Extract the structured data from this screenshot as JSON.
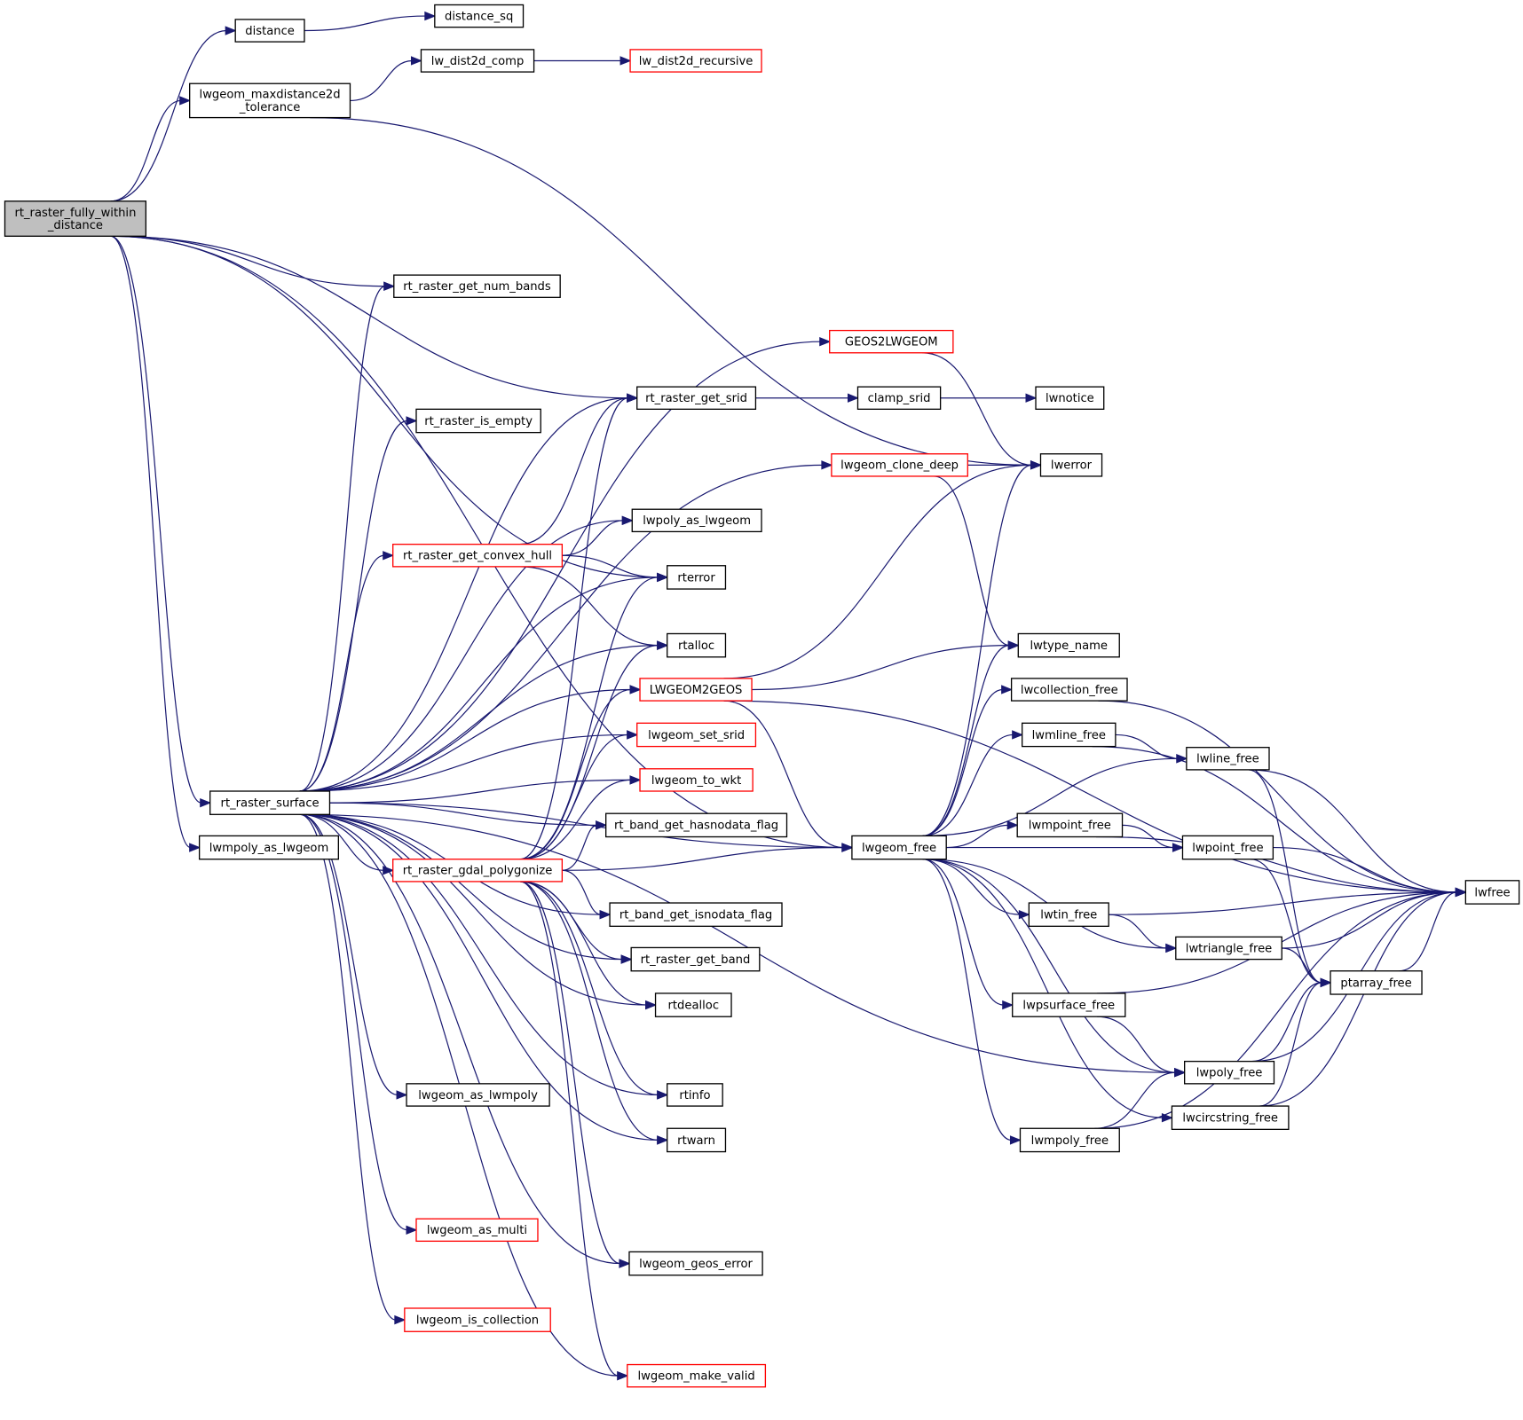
{
  "title": "Call graph: rt_raster_fully_within_distance",
  "colors": {
    "edge": "#191970",
    "root_fill": "#bfbfbf",
    "node_border": "#000000",
    "truncated_border": "#ff0000"
  },
  "nodes": [
    {
      "id": "root",
      "label": "rt_raster_fully_within\n_distance",
      "kind": "root"
    },
    {
      "id": "distance",
      "label": "distance",
      "kind": "normal"
    },
    {
      "id": "distance_sq",
      "label": "distance_sq",
      "kind": "normal"
    },
    {
      "id": "maxdist",
      "label": "lwgeom_maxdistance2d\n_tolerance",
      "kind": "normal"
    },
    {
      "id": "lw_dist2d_comp",
      "label": "lw_dist2d_comp",
      "kind": "normal"
    },
    {
      "id": "lw_dist2d_recursive",
      "label": "lw_dist2d_recursive",
      "kind": "truncated"
    },
    {
      "id": "get_num_bands",
      "label": "rt_raster_get_num_bands",
      "kind": "normal"
    },
    {
      "id": "geos2lwgeom",
      "label": "GEOS2LWGEOM",
      "kind": "truncated"
    },
    {
      "id": "get_srid",
      "label": "rt_raster_get_srid",
      "kind": "normal"
    },
    {
      "id": "clamp_srid",
      "label": "clamp_srid",
      "kind": "normal"
    },
    {
      "id": "lwnotice",
      "label": "lwnotice",
      "kind": "normal"
    },
    {
      "id": "is_empty",
      "label": "rt_raster_is_empty",
      "kind": "normal"
    },
    {
      "id": "clone_deep",
      "label": "lwgeom_clone_deep",
      "kind": "truncated"
    },
    {
      "id": "lwerror",
      "label": "lwerror",
      "kind": "normal"
    },
    {
      "id": "lwpoly_as_lwgeom",
      "label": "lwpoly_as_lwgeom",
      "kind": "normal"
    },
    {
      "id": "convex_hull",
      "label": "rt_raster_get_convex_hull",
      "kind": "truncated"
    },
    {
      "id": "rterror",
      "label": "rterror",
      "kind": "normal"
    },
    {
      "id": "rtalloc",
      "label": "rtalloc",
      "kind": "normal"
    },
    {
      "id": "lwtype_name",
      "label": "lwtype_name",
      "kind": "normal"
    },
    {
      "id": "lwgeom2geos",
      "label": "LWGEOM2GEOS",
      "kind": "truncated"
    },
    {
      "id": "lwcollection_free",
      "label": "lwcollection_free",
      "kind": "normal"
    },
    {
      "id": "set_srid",
      "label": "lwgeom_set_srid",
      "kind": "truncated"
    },
    {
      "id": "lwmline_free",
      "label": "lwmline_free",
      "kind": "normal"
    },
    {
      "id": "lwline_free",
      "label": "lwline_free",
      "kind": "normal"
    },
    {
      "id": "to_wkt",
      "label": "lwgeom_to_wkt",
      "kind": "truncated"
    },
    {
      "id": "raster_surface",
      "label": "rt_raster_surface",
      "kind": "normal"
    },
    {
      "id": "hasnodata",
      "label": "rt_band_get_hasnodata_flag",
      "kind": "normal"
    },
    {
      "id": "lwmpoint_free",
      "label": "lwmpoint_free",
      "kind": "normal"
    },
    {
      "id": "lwmpoly_as_lwgeom",
      "label": "lwmpoly_as_lwgeom",
      "kind": "normal"
    },
    {
      "id": "lwgeom_free",
      "label": "lwgeom_free",
      "kind": "normal"
    },
    {
      "id": "lwpoint_free",
      "label": "lwpoint_free",
      "kind": "normal"
    },
    {
      "id": "polygonize",
      "label": "rt_raster_gdal_polygonize",
      "kind": "truncated"
    },
    {
      "id": "lwfree",
      "label": "lwfree",
      "kind": "normal"
    },
    {
      "id": "lwtin_free",
      "label": "lwtin_free",
      "kind": "normal"
    },
    {
      "id": "isnodata",
      "label": "rt_band_get_isnodata_flag",
      "kind": "normal"
    },
    {
      "id": "lwtriangle_free",
      "label": "lwtriangle_free",
      "kind": "normal"
    },
    {
      "id": "get_band",
      "label": "rt_raster_get_band",
      "kind": "normal"
    },
    {
      "id": "ptarray_free",
      "label": "ptarray_free",
      "kind": "normal"
    },
    {
      "id": "lwpsurface_free",
      "label": "lwpsurface_free",
      "kind": "normal"
    },
    {
      "id": "rtdealloc",
      "label": "rtdealloc",
      "kind": "normal"
    },
    {
      "id": "lwpoly_free",
      "label": "lwpoly_free",
      "kind": "normal"
    },
    {
      "id": "as_lwmpoly",
      "label": "lwgeom_as_lwmpoly",
      "kind": "normal"
    },
    {
      "id": "rtinfo",
      "label": "rtinfo",
      "kind": "normal"
    },
    {
      "id": "lwcircstring_free",
      "label": "lwcircstring_free",
      "kind": "normal"
    },
    {
      "id": "lwmpoly_free",
      "label": "lwmpoly_free",
      "kind": "normal"
    },
    {
      "id": "rtwarn",
      "label": "rtwarn",
      "kind": "normal"
    },
    {
      "id": "as_multi",
      "label": "lwgeom_as_multi",
      "kind": "truncated"
    },
    {
      "id": "geos_error",
      "label": "lwgeom_geos_error",
      "kind": "normal"
    },
    {
      "id": "is_collection",
      "label": "lwgeom_is_collection",
      "kind": "truncated"
    },
    {
      "id": "make_valid",
      "label": "lwgeom_make_valid",
      "kind": "truncated"
    }
  ],
  "edges": [
    [
      "root",
      "distance"
    ],
    [
      "distance",
      "distance_sq"
    ],
    [
      "root",
      "maxdist"
    ],
    [
      "maxdist",
      "lw_dist2d_comp"
    ],
    [
      "lw_dist2d_comp",
      "lw_dist2d_recursive"
    ],
    [
      "maxdist",
      "lwerror"
    ],
    [
      "root",
      "lwgeom_free"
    ],
    [
      "root",
      "get_srid"
    ],
    [
      "root",
      "rterror"
    ],
    [
      "root",
      "get_num_bands"
    ],
    [
      "root",
      "raster_surface"
    ],
    [
      "root",
      "lwmpoly_as_lwgeom"
    ],
    [
      "raster_surface",
      "get_num_bands"
    ],
    [
      "raster_surface",
      "geos2lwgeom"
    ],
    [
      "raster_surface",
      "get_srid"
    ],
    [
      "raster_surface",
      "is_empty"
    ],
    [
      "raster_surface",
      "clone_deep"
    ],
    [
      "raster_surface",
      "lwpoly_as_lwgeom"
    ],
    [
      "raster_surface",
      "convex_hull"
    ],
    [
      "raster_surface",
      "rterror"
    ],
    [
      "raster_surface",
      "rtalloc"
    ],
    [
      "raster_surface",
      "lwgeom2geos"
    ],
    [
      "raster_surface",
      "set_srid"
    ],
    [
      "raster_surface",
      "to_wkt"
    ],
    [
      "raster_surface",
      "hasnodata"
    ],
    [
      "raster_surface",
      "polygonize"
    ],
    [
      "raster_surface",
      "isnodata"
    ],
    [
      "raster_surface",
      "get_band"
    ],
    [
      "raster_surface",
      "rtdealloc"
    ],
    [
      "raster_surface",
      "lwgeom_free"
    ],
    [
      "raster_surface",
      "as_lwmpoly"
    ],
    [
      "raster_surface",
      "rtinfo"
    ],
    [
      "raster_surface",
      "lwpoly_free"
    ],
    [
      "raster_surface",
      "as_multi"
    ],
    [
      "raster_surface",
      "rtwarn"
    ],
    [
      "raster_surface",
      "is_collection"
    ],
    [
      "raster_surface",
      "geos_error"
    ],
    [
      "raster_surface",
      "make_valid"
    ],
    [
      "convex_hull",
      "get_srid"
    ],
    [
      "convex_hull",
      "lwpoly_as_lwgeom"
    ],
    [
      "convex_hull",
      "rterror"
    ],
    [
      "convex_hull",
      "rtalloc"
    ],
    [
      "polygonize",
      "get_srid"
    ],
    [
      "polygonize",
      "rterror"
    ],
    [
      "polygonize",
      "rtalloc"
    ],
    [
      "polygonize",
      "lwgeom2geos"
    ],
    [
      "polygonize",
      "set_srid"
    ],
    [
      "polygonize",
      "to_wkt"
    ],
    [
      "polygonize",
      "hasnodata"
    ],
    [
      "polygonize",
      "lwgeom_free"
    ],
    [
      "polygonize",
      "isnodata"
    ],
    [
      "polygonize",
      "get_band"
    ],
    [
      "polygonize",
      "rtdealloc"
    ],
    [
      "polygonize",
      "rtinfo"
    ],
    [
      "polygonize",
      "rtwarn"
    ],
    [
      "polygonize",
      "geos_error"
    ],
    [
      "polygonize",
      "make_valid"
    ],
    [
      "geos2lwgeom",
      "lwerror"
    ],
    [
      "get_srid",
      "clamp_srid"
    ],
    [
      "clamp_srid",
      "lwnotice"
    ],
    [
      "clone_deep",
      "lwerror"
    ],
    [
      "clone_deep",
      "lwtype_name"
    ],
    [
      "lwgeom2geos",
      "lwerror"
    ],
    [
      "lwgeom2geos",
      "lwtype_name"
    ],
    [
      "lwgeom2geos",
      "lwfree"
    ],
    [
      "lwgeom2geos",
      "lwgeom_free"
    ],
    [
      "lwgeom_free",
      "lwerror"
    ],
    [
      "lwgeom_free",
      "lwtype_name"
    ],
    [
      "lwgeom_free",
      "lwcollection_free"
    ],
    [
      "lwgeom_free",
      "lwmline_free"
    ],
    [
      "lwgeom_free",
      "lwline_free"
    ],
    [
      "lwgeom_free",
      "lwmpoint_free"
    ],
    [
      "lwgeom_free",
      "lwpoint_free"
    ],
    [
      "lwgeom_free",
      "lwtin_free"
    ],
    [
      "lwgeom_free",
      "lwtriangle_free"
    ],
    [
      "lwgeom_free",
      "lwpsurface_free"
    ],
    [
      "lwgeom_free",
      "lwpoly_free"
    ],
    [
      "lwgeom_free",
      "lwcircstring_free"
    ],
    [
      "lwgeom_free",
      "lwmpoly_free"
    ],
    [
      "lwcollection_free",
      "lwfree"
    ],
    [
      "lwmline_free",
      "lwline_free"
    ],
    [
      "lwmline_free",
      "lwfree"
    ],
    [
      "lwline_free",
      "lwfree"
    ],
    [
      "lwline_free",
      "ptarray_free"
    ],
    [
      "lwmpoint_free",
      "lwpoint_free"
    ],
    [
      "lwmpoint_free",
      "lwfree"
    ],
    [
      "lwpoint_free",
      "lwfree"
    ],
    [
      "lwpoint_free",
      "ptarray_free"
    ],
    [
      "lwtin_free",
      "lwfree"
    ],
    [
      "lwtin_free",
      "lwtriangle_free"
    ],
    [
      "lwtriangle_free",
      "lwfree"
    ],
    [
      "lwtriangle_free",
      "ptarray_free"
    ],
    [
      "ptarray_free",
      "lwfree"
    ],
    [
      "lwpsurface_free",
      "lwpoly_free"
    ],
    [
      "lwpsurface_free",
      "lwfree"
    ],
    [
      "lwpoly_free",
      "ptarray_free"
    ],
    [
      "lwpoly_free",
      "lwfree"
    ],
    [
      "lwcircstring_free",
      "ptarray_free"
    ],
    [
      "lwcircstring_free",
      "lwfree"
    ],
    [
      "lwmpoly_free",
      "lwpoly_free"
    ],
    [
      "lwmpoly_free",
      "lwfree"
    ]
  ]
}
